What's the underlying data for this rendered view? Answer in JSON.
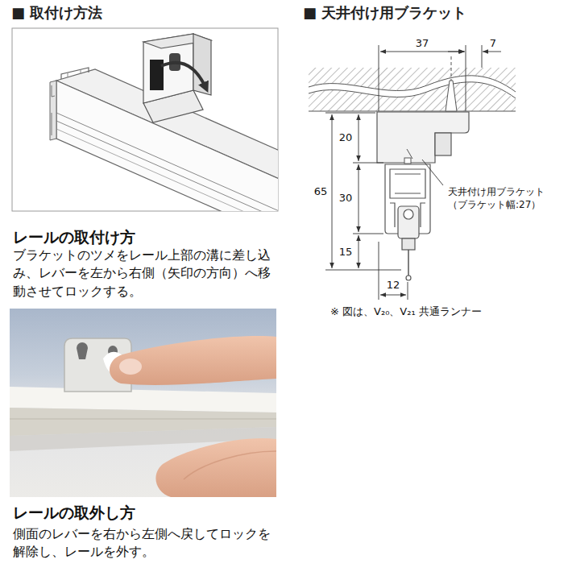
{
  "diagram": {
    "labels": [
      "■ 取付け方法",
      "■ 天井付け用ブラケット",
      "レールの取付け方",
      "ブラケットのツメをレール上部の溝に差し込み、レバーを左から右側（矢印の方向）へ移動させてロックする。",
      "レールの取外し方",
      "側面のレバーを右から左側へ戻してロックを解除し、レールを外す。",
      "37",
      "7",
      "20",
      "65",
      "30",
      "15",
      "12",
      "天井付け用ブラケット （ブラケット幅:27）",
      "※ 図は、V₂₀、V₂₁ 共通ランナー"
    ]
  }
}
